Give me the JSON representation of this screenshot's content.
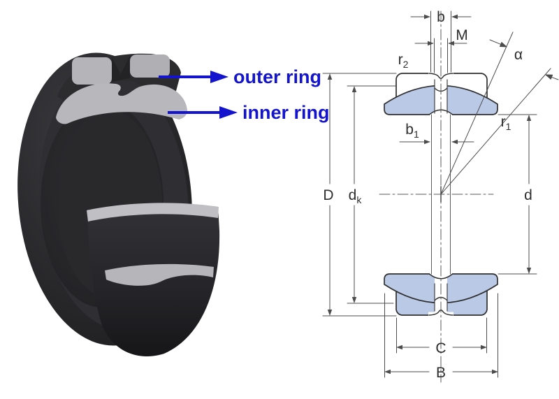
{
  "left_panel": {
    "callouts": [
      {
        "label": "outer ring"
      },
      {
        "label": "inner ring"
      }
    ],
    "callout_color": "#1414cf",
    "ring_dark_color": "#2a2a2d",
    "cut_face_color": "#b7b7bb"
  },
  "diagram": {
    "line_color": "#3f3f3f",
    "dimension_line_color": "#4c4c4c",
    "section_fill": "#bac9e6",
    "labels": {
      "b": {
        "main": "b",
        "sub": ""
      },
      "M": {
        "main": "M",
        "sub": ""
      },
      "alpha": {
        "main": "α",
        "sub": ""
      },
      "r2": {
        "main": "r",
        "sub": "2"
      },
      "b1": {
        "main": "b",
        "sub": "1"
      },
      "r1": {
        "main": "r",
        "sub": "1"
      },
      "D": {
        "main": "D",
        "sub": ""
      },
      "dk": {
        "main": "d",
        "sub": "k"
      },
      "d": {
        "main": "d",
        "sub": ""
      },
      "C": {
        "main": "C",
        "sub": ""
      },
      "B": {
        "main": "B",
        "sub": ""
      }
    }
  }
}
